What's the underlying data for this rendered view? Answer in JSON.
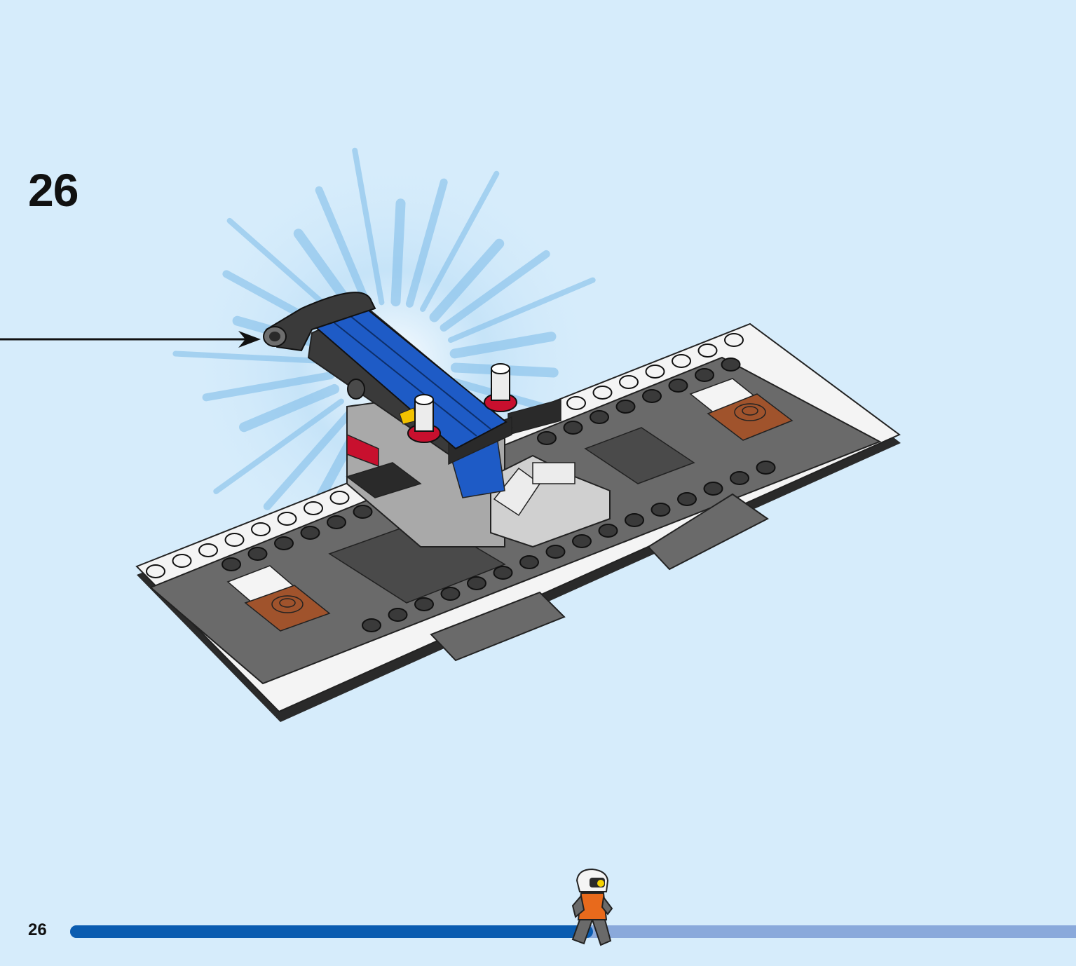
{
  "step": {
    "number": "26"
  },
  "page": {
    "number": "26"
  },
  "progress": {
    "fraction": 0.52
  },
  "colors": {
    "background": "#d6ecfb",
    "progress_done": "#0a5cb0",
    "progress_remaining": "#8aa9db",
    "burst": "#7cbbe8",
    "part_blue": "#1e5bc6",
    "plate_dark_gray": "#6a6a6a",
    "plate_white": "#f4f4f4",
    "tile_brown": "#a0532c",
    "accent_red": "#c8102e"
  },
  "icons": {
    "callout_arrow": "arrow-right-icon",
    "progress_marker": "minifigure-walker-icon"
  }
}
